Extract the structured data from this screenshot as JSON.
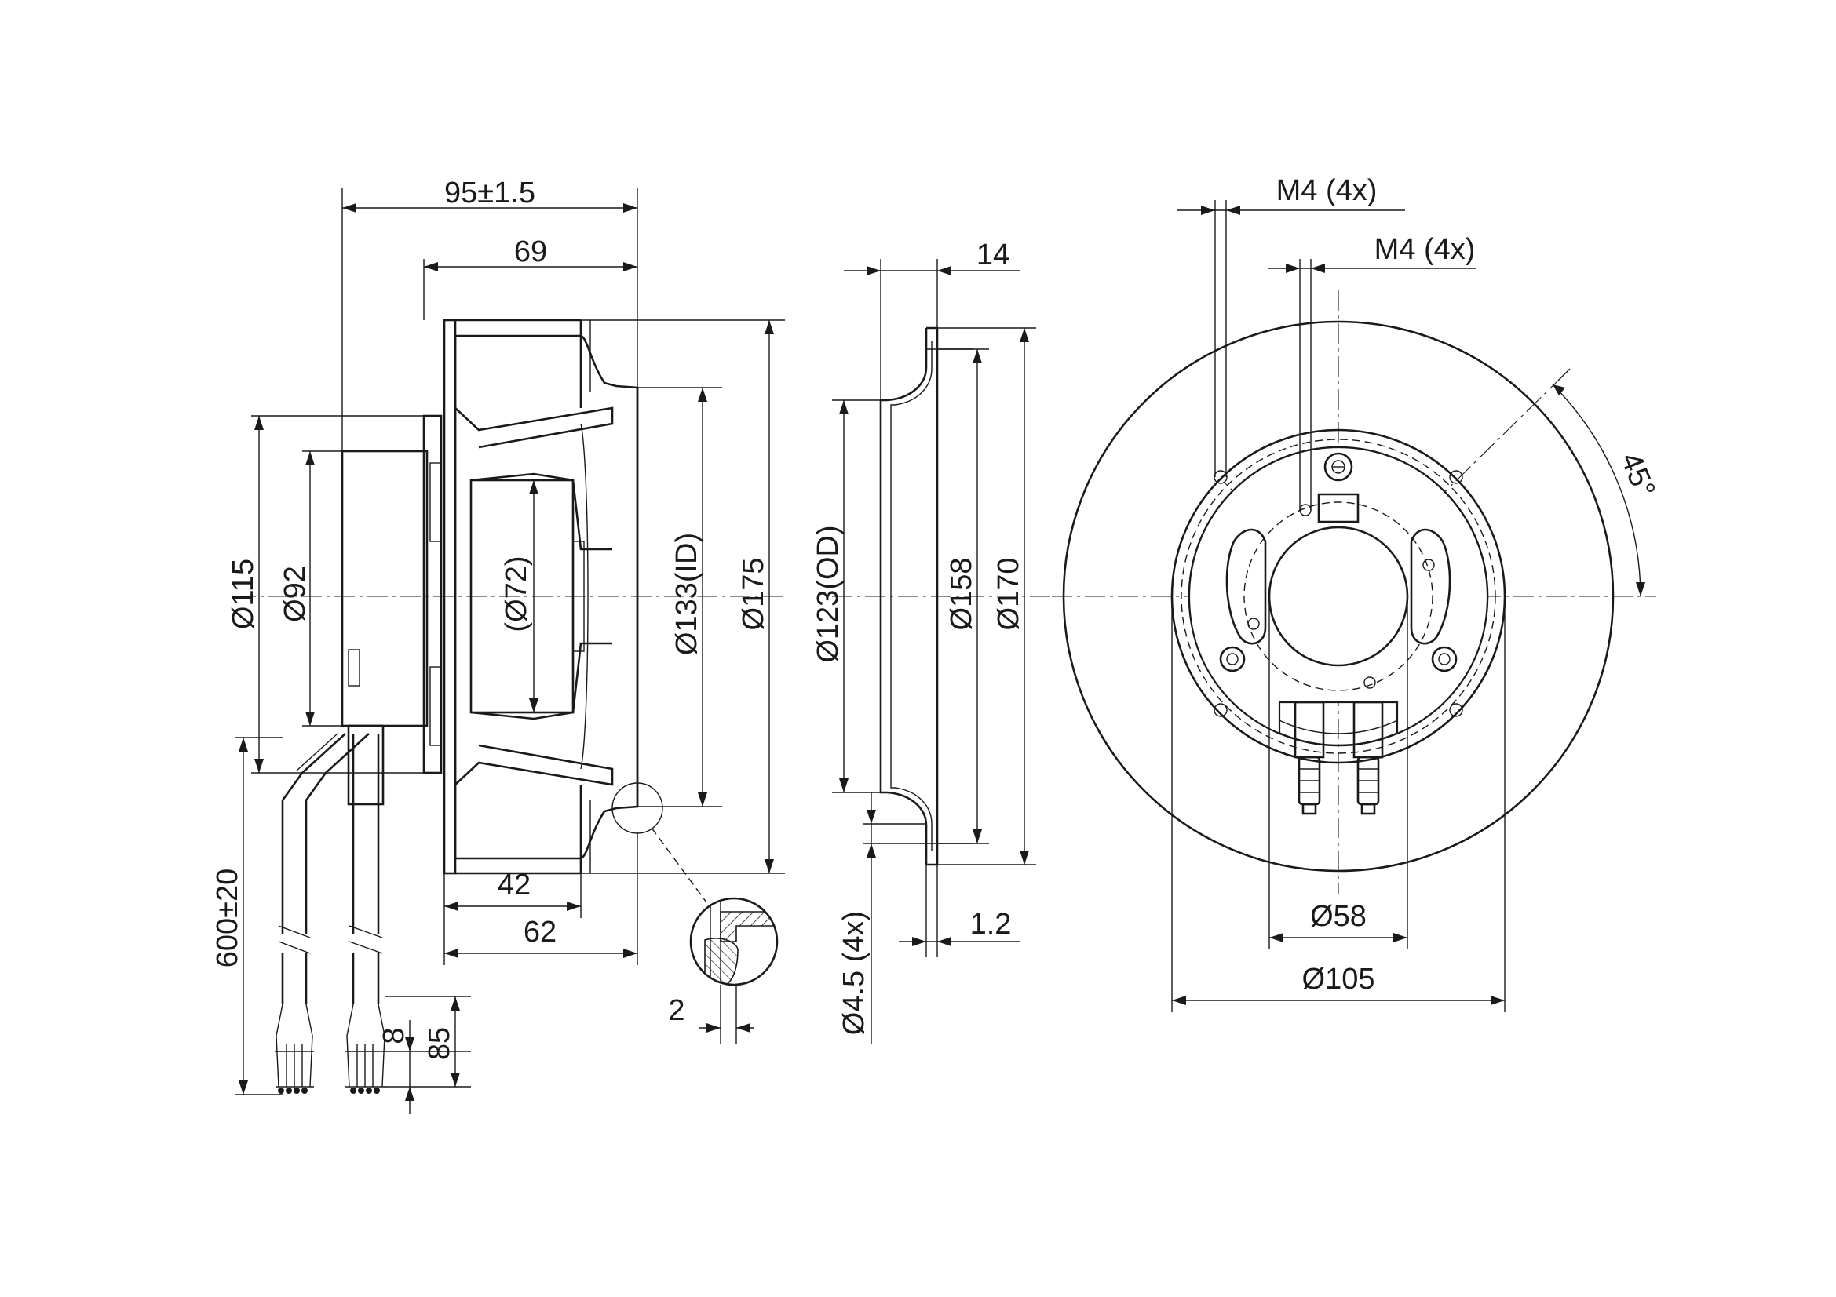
{
  "drawing": {
    "side_view": {
      "overall_length": "95±1.5",
      "impeller_length": "69",
      "diameter_115": "Ø115",
      "diameter_92": "Ø92",
      "diameter_72": "(Ø72)",
      "diameter_133_id": "Ø133(ID)",
      "diameter_175": "Ø175",
      "depth_42": "42",
      "depth_62": "62",
      "cable_length": "600±20",
      "strip_8": "8",
      "strip_85": "85",
      "detail_thickness": "2"
    },
    "inlet_ring": {
      "width": "14",
      "diameter_123_od": "Ø123(OD)",
      "diameter_158": "Ø158",
      "diameter_170": "Ø170",
      "holes": "Ø4.5 (4x)",
      "thickness": "1.2"
    },
    "front_view": {
      "thread_outer": "M4 (4x)",
      "thread_inner": "M4 (4x)",
      "angle": "45°",
      "diameter_58": "Ø58",
      "diameter_105": "Ø105"
    }
  }
}
